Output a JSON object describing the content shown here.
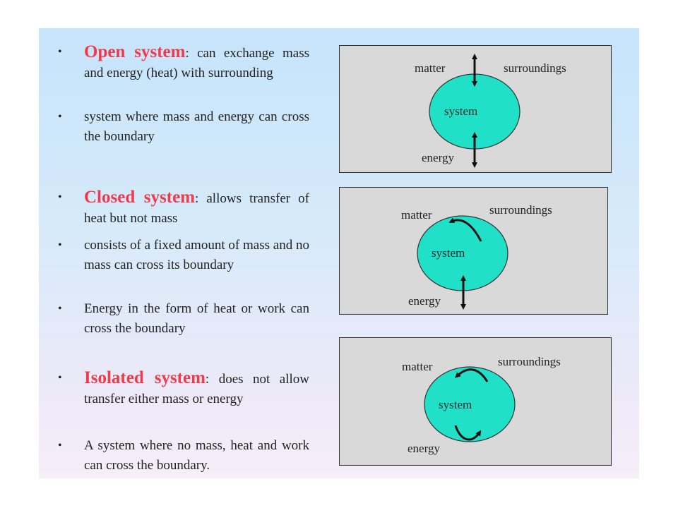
{
  "open": {
    "term": "Open system",
    "rest": ": can exchange mass and energy (heat) with surrounding",
    "b2": "system where mass and energy can cross the boundary"
  },
  "closed": {
    "term": "Closed system",
    "rest": ": allows transfer of heat but not mass",
    "b2": "consists of a fixed amount of mass and no mass can cross its boundary",
    "b3": "Energy in the form of heat or work can cross the boundary"
  },
  "isolated": {
    "term": "Isolated system",
    "rest": ": does not allow transfer either mass or energy",
    "b2": "A system where no mass, heat and work can cross the boundary."
  },
  "diagram": {
    "matter": "matter",
    "surroundings": "surroundings",
    "system": "system",
    "energy": "energy",
    "colors": {
      "system_fill": "#21e0c8",
      "panel_fill": "#d9d9d9",
      "term": "#ef3b4a"
    }
  },
  "bullet_glyph": "•"
}
